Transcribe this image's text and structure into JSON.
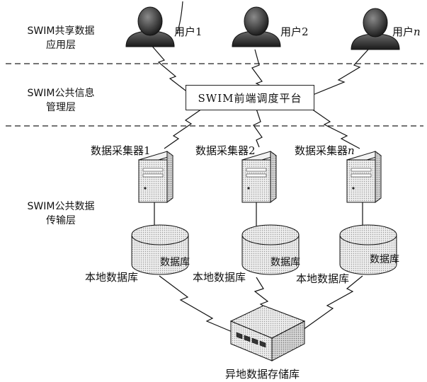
{
  "layers": {
    "top": [
      "SWIM共享数据",
      "应用层"
    ],
    "middle": [
      "SWIM公共信息",
      "管理层"
    ],
    "bottom": [
      "SWIM公共数据",
      "传输层"
    ]
  },
  "users": [
    {
      "prefix": "用户",
      "index": "1"
    },
    {
      "prefix": "用户",
      "index": "2"
    },
    {
      "prefix": "用户",
      "index": "n"
    }
  ],
  "platform": "SWIM前端调度平台",
  "collectors": [
    {
      "prefix": "数据采集器",
      "index": "1"
    },
    {
      "prefix": "数据采集器",
      "index": "2"
    },
    {
      "prefix": "数据采集器",
      "index": "n"
    }
  ],
  "databases": [
    "数据库",
    "数据库",
    "数据库"
  ],
  "local_db": [
    "本地数据库",
    "本地数据库",
    "本地数据库"
  ],
  "remote_store": "异地数据存储库"
}
